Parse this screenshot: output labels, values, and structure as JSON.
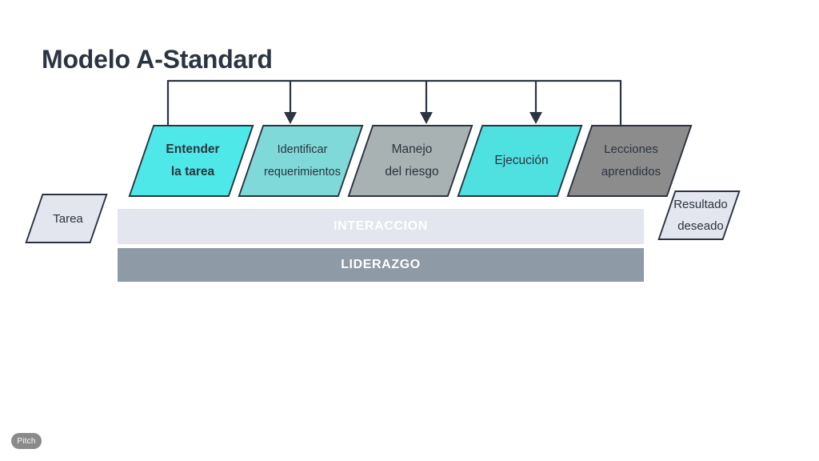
{
  "slide": {
    "title": "Modelo A-Standard",
    "background_color": "#ffffff"
  },
  "stages": [
    {
      "line1": "Entender",
      "line2": "la tarea",
      "color": "#4FE8E8",
      "bold": true
    },
    {
      "line1": "Identificar",
      "line2": "requerimientos",
      "color": "#7FD9D9",
      "bold": false
    },
    {
      "line1": "Manejo",
      "line2": "del riesgo",
      "color": "#A8B2B2",
      "bold": false
    },
    {
      "line1": "Ejecución",
      "line2": "",
      "color": "#4FE0E0",
      "bold": false
    },
    {
      "line1": "Lecciones",
      "line2": "aprendidos",
      "color": "#8C8C8C",
      "bold": false
    }
  ],
  "inputs": {
    "left": {
      "line1": "Tarea",
      "line2": "",
      "color": "#E3E5EF"
    },
    "right": {
      "line1": "Resultado",
      "line2": "deseado",
      "color": "#E3E5EF"
    }
  },
  "bands": [
    {
      "label": "INTERACCION",
      "background_color": "#E3E5EF",
      "text_color": "#ffffff"
    },
    {
      "label": "LIDERAZGO",
      "background_color": "#8E9AA5",
      "text_color": "#ffffff"
    }
  ],
  "connector": {
    "line_color": "#2b3440",
    "arrow_count": 3
  },
  "watermark": {
    "label": "Pitch",
    "color": "#8A8A8A"
  }
}
